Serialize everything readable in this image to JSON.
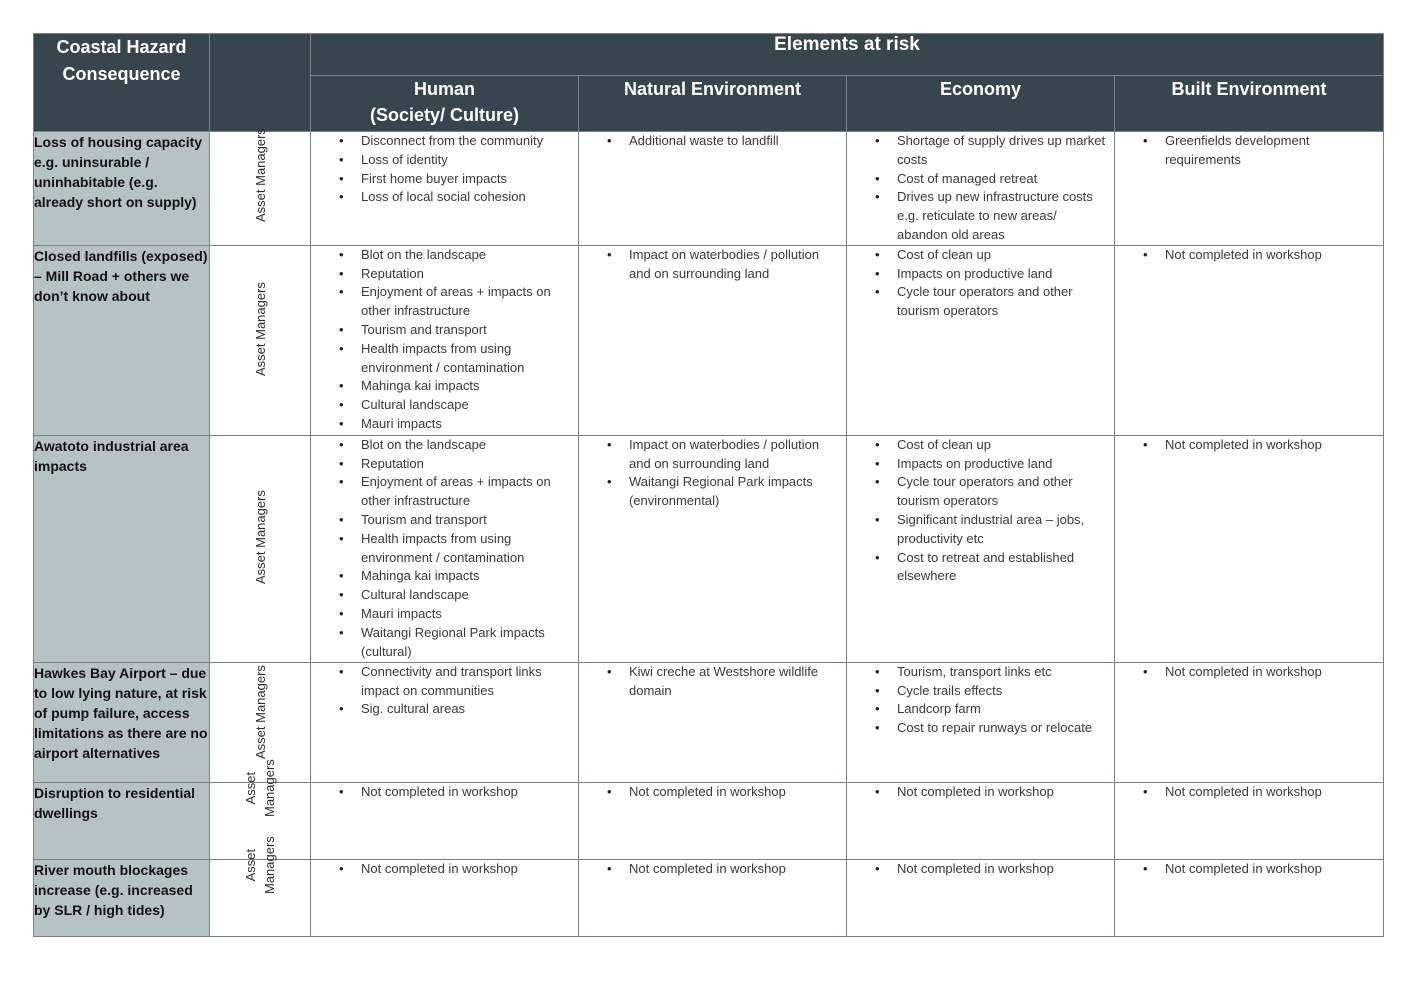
{
  "header": {
    "hazard_title_line1": "Coastal Hazard",
    "hazard_title_line2": "Consequence",
    "elements_at_risk": "Elements at risk",
    "columns": {
      "human_line1": "Human",
      "human_line2": "(Society/ Culture)",
      "natural": "Natural Environment",
      "economy": "Economy",
      "built": "Built Environment"
    }
  },
  "rows": [
    {
      "hazard": "Loss of housing capacity e.g. uninsurable / uninhabitable (e.g. already short on supply)",
      "role": "Asset Managers",
      "human": [
        "Disconnect from the community",
        "Loss of identity",
        "First home buyer impacts",
        "Loss of local social cohesion"
      ],
      "natural": [
        "Additional waste to landfill"
      ],
      "economy": [
        "Shortage of supply drives up market costs",
        "Cost of managed retreat",
        "Drives up new infrastructure costs e.g. reticulate to new areas/ abandon old areas"
      ],
      "built": [
        "Greenfields development requirements"
      ]
    },
    {
      "hazard": "Closed landfills (exposed) – Mill Road + others we don’t know about",
      "role": "Asset Managers",
      "human": [
        "Blot on the landscape",
        "Reputation",
        "Enjoyment of areas + impacts on other infrastructure",
        "Tourism and transport",
        "Health impacts from using environment / contamination",
        "Mahinga kai impacts",
        "Cultural landscape",
        "Mauri impacts"
      ],
      "natural": [
        "Impact on waterbodies / pollution and on surrounding land"
      ],
      "economy": [
        "Cost of clean up",
        "Impacts on productive land",
        "Cycle tour operators and other tourism operators"
      ],
      "built": [
        "Not completed in workshop"
      ]
    },
    {
      "hazard": "Awatoto industrial area impacts",
      "role": "Asset Managers",
      "human": [
        "Blot on the landscape",
        "Reputation",
        "Enjoyment of areas + impacts on other infrastructure",
        "Tourism and transport",
        "Health impacts from using environment / contamination",
        "Mahinga kai impacts",
        "Cultural landscape",
        "Mauri impacts",
        "Waitangi Regional Park impacts (cultural)"
      ],
      "natural": [
        "Impact on waterbodies / pollution and on surrounding land",
        "Waitangi Regional Park impacts (environmental)"
      ],
      "economy": [
        "Cost of clean up",
        "Impacts on productive land",
        "Cycle tour operators and other tourism operators",
        "Significant industrial area – jobs, productivity etc",
        "Cost to retreat and established elsewhere"
      ],
      "built": [
        "Not completed in workshop"
      ]
    },
    {
      "hazard": "Hawkes Bay Airport – due to low lying nature, at risk of pump failure, access limitations as there are no airport alternatives",
      "role": "Asset Managers",
      "human": [
        "Connectivity and transport links impact on communities",
        "Sig. cultural areas"
      ],
      "natural": [
        "Kiwi creche at Westshore wildlife domain"
      ],
      "economy": [
        "Tourism, transport links etc",
        "Cycle trails effects",
        "Landcorp farm",
        "Cost to repair runways or relocate"
      ],
      "built": [
        "Not completed in workshop"
      ]
    },
    {
      "hazard": "Disruption to residential dwellings",
      "role_line1": "Asset",
      "role_line2": "Managers",
      "human": [
        "Not completed in workshop"
      ],
      "natural": [
        "Not completed in workshop"
      ],
      "economy": [
        "Not completed in workshop"
      ],
      "built": [
        "Not completed in workshop"
      ]
    },
    {
      "hazard": "River mouth blockages increase (e.g. increased by SLR / high tides)",
      "role_line1": "Asset",
      "role_line2": "Managers",
      "human": [
        "Not completed in workshop"
      ],
      "natural": [
        "Not completed in workshop"
      ],
      "economy": [
        "Not completed in workshop"
      ],
      "built": [
        "Not completed in workshop"
      ]
    }
  ]
}
